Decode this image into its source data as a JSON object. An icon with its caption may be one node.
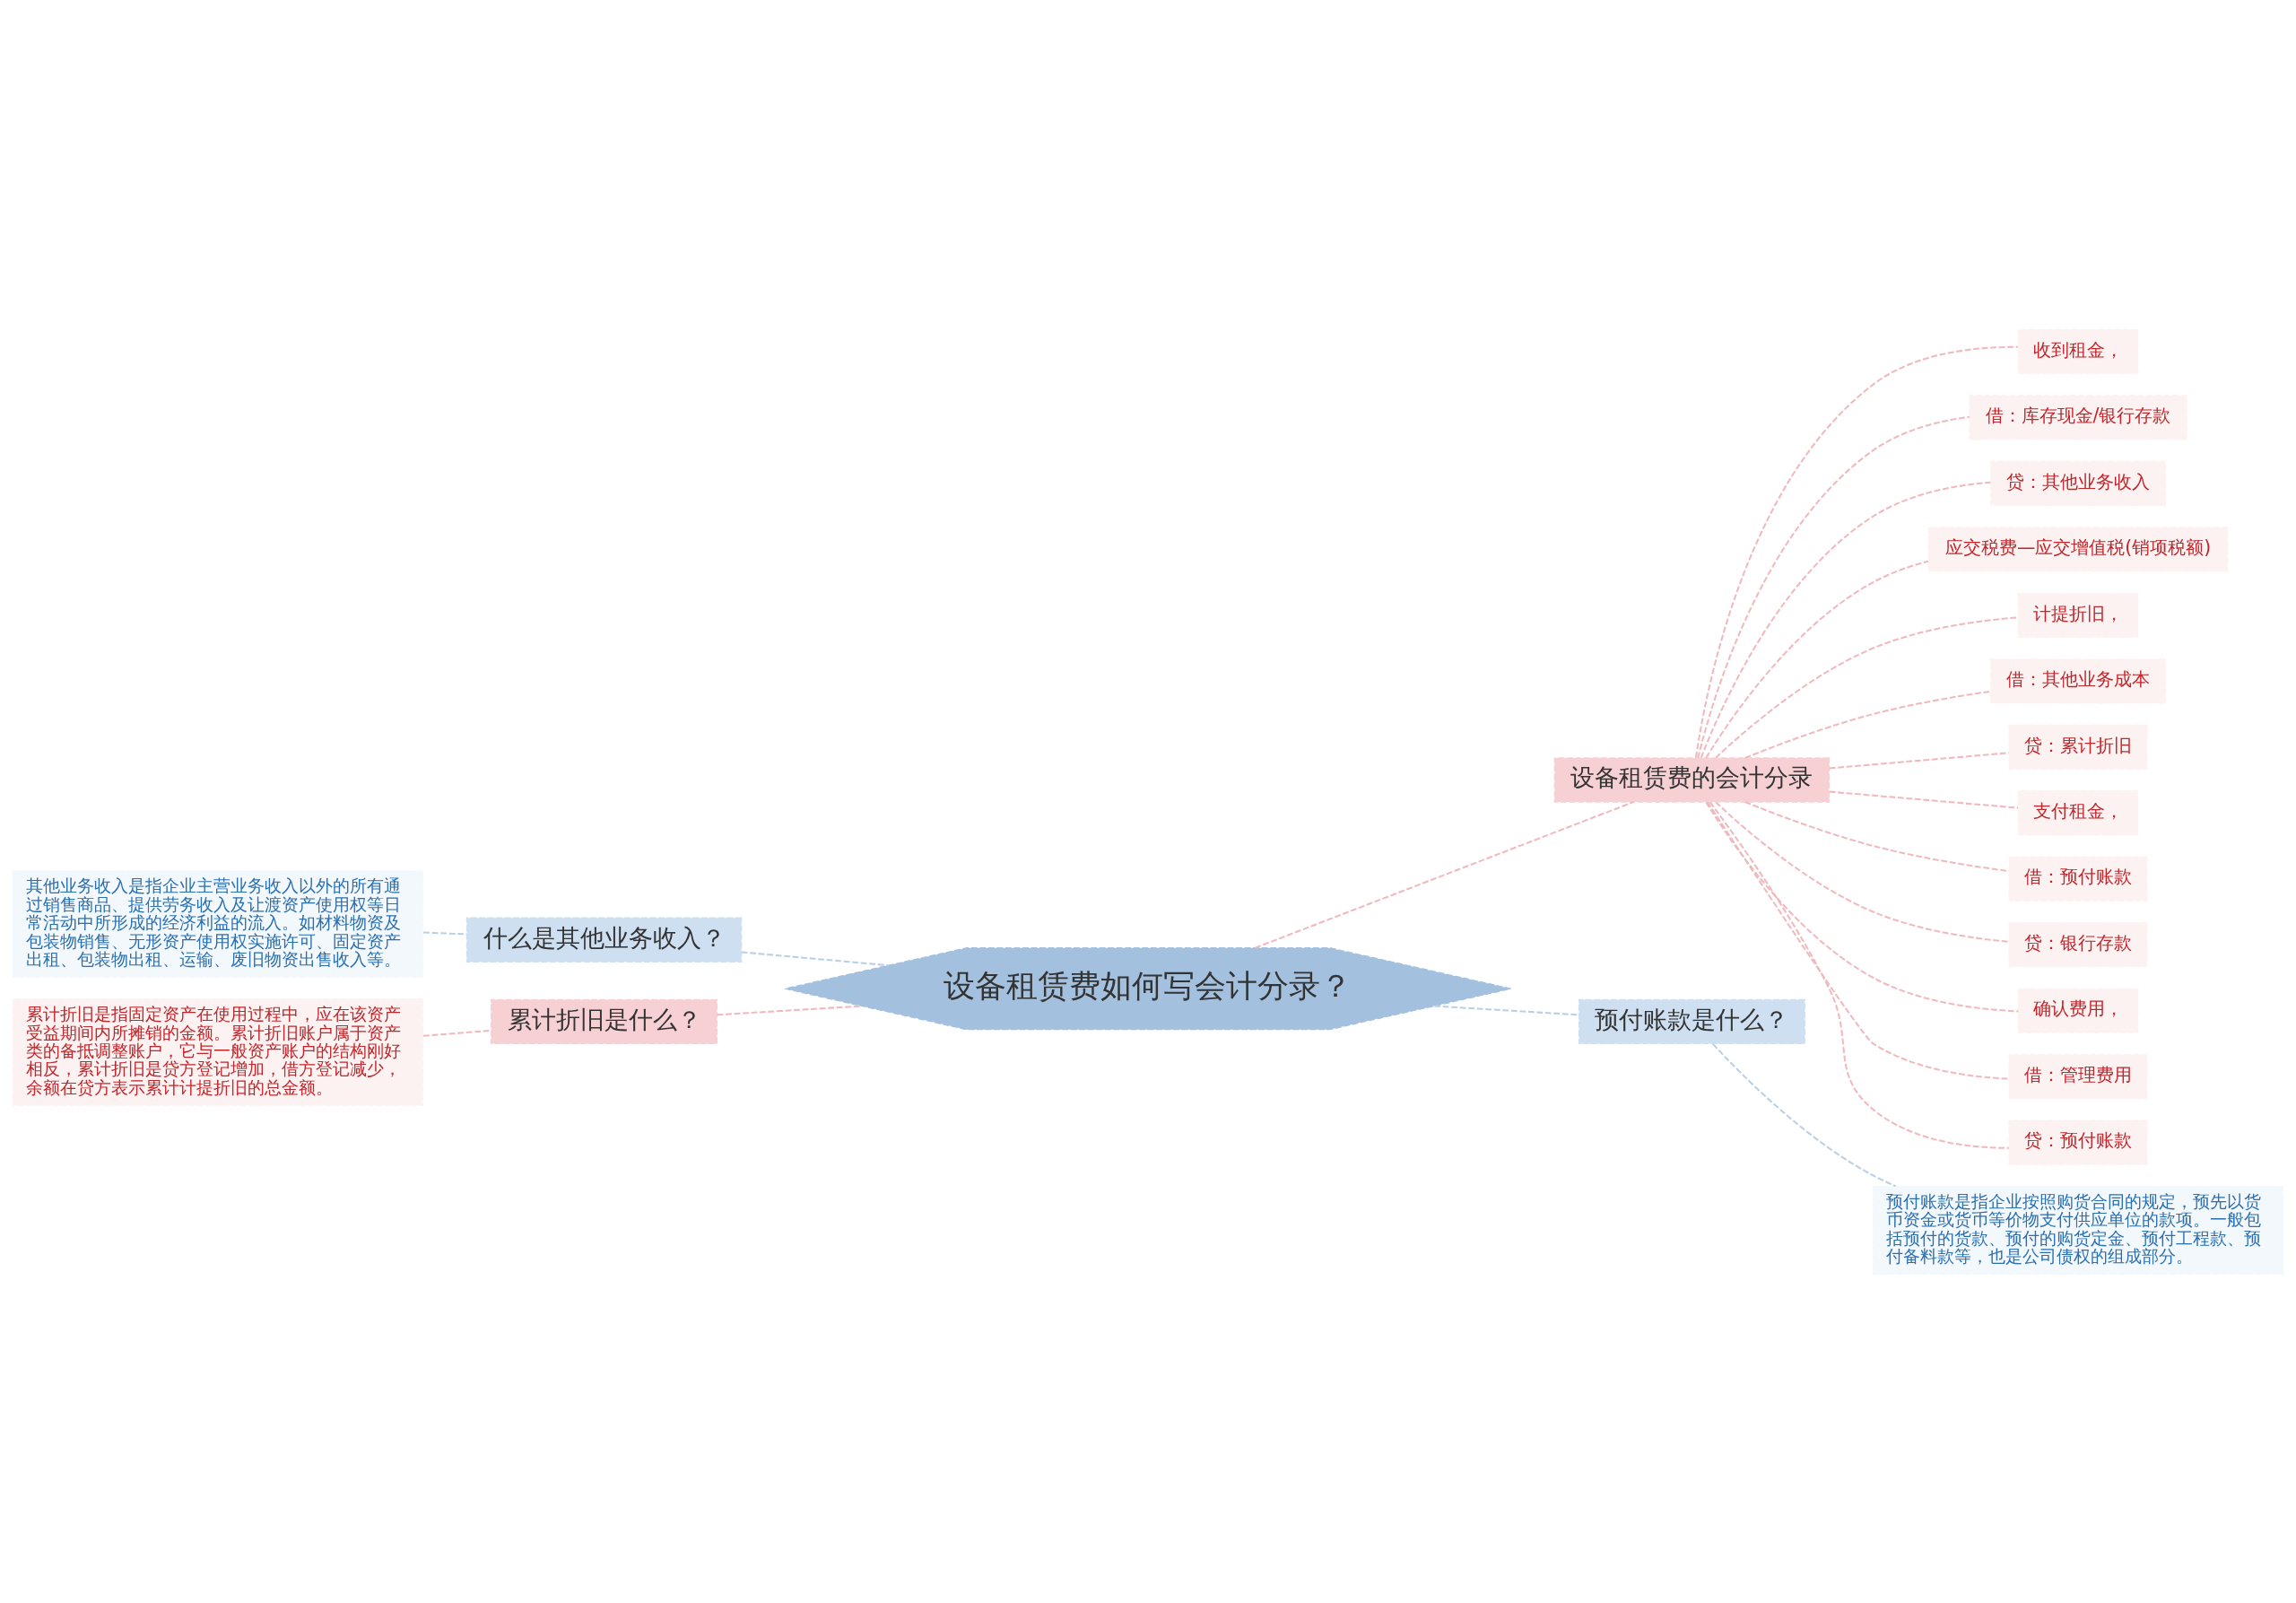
{
  "diagram": {
    "nodes": [
      {
        "text": [
          "设备租赁费如何写会计分录？"
        ]
      },
      {
        "text": [
          "什么是其他业务收入？"
        ]
      },
      {
        "text": [
          "其他业务收入是指企业主营业务收入以外的所有通过销售商品、提供劳务收入及让渡资产使用权等日常活动中所形成的经济利益的流入。如材料物资及包装物销售、无形资产使用权实施许可、固定资产出租、包装物出租、运输、废旧物资出售收入等。"
        ]
      },
      {
        "text": [
          "累计折旧是什么？"
        ]
      },
      {
        "text": [
          "累计折旧是指固定资产在使用过程中，应在该资产受益期间内所摊销的金额。累计折旧账户属于资产类的备抵调整账户，它与一般资产账户的结构刚好相反，累计折旧是贷方登记增加，借方登记减少，余额在贷方表示累计计提折旧的总金额。"
        ]
      },
      {
        "text": [
          "设备租赁费的会计分录"
        ]
      },
      {
        "text": [
          "收到租金，"
        ]
      },
      {
        "text": [
          "借：库存现金/银行存款"
        ]
      },
      {
        "text": [
          "贷：其他业务收入"
        ]
      },
      {
        "text": [
          "应交税费—应交增值税(销项税额)"
        ]
      },
      {
        "text": [
          "计提折旧，"
        ]
      },
      {
        "text": [
          "借：其他业务成本"
        ]
      },
      {
        "text": [
          "贷：累计折旧"
        ]
      },
      {
        "text": [
          "支付租金，"
        ]
      },
      {
        "text": [
          "借：预付账款"
        ]
      },
      {
        "text": [
          "贷：银行存款"
        ]
      },
      {
        "text": [
          "确认费用，"
        ]
      },
      {
        "text": [
          "借：管理费用"
        ]
      },
      {
        "text": [
          "贷：预付账款"
        ]
      },
      {
        "text": [
          "预付账款是什么？"
        ]
      },
      {
        "text": [
          "预付账款是指企业按照购货合同的规定，预先以货币资金或货币等价物支付供应单位的款项。一般包括预付的货款、预付的购货定金、预付工程款、预付备料款等，也是公司债权的组成部分。"
        ]
      }
    ],
    "edges": [
      {
        "from": 0,
        "to": 1,
        "arrow": "none",
        "style": "dashed",
        "color": "#b9cfe6"
      },
      {
        "from": 1,
        "to": 2,
        "arrow": "none",
        "style": "dashed",
        "color": "#b9cfe6"
      },
      {
        "from": 0,
        "to": 3,
        "arrow": "none",
        "style": "dashed"
      },
      {
        "from": 3,
        "to": 4,
        "arrow": "none",
        "style": "dashed"
      },
      {
        "from": 0,
        "to": 5,
        "arrow": "none",
        "style": "dashed"
      },
      {
        "from": 5,
        "to": 6,
        "arrow": "none",
        "style": "dashed"
      },
      {
        "from": 5,
        "to": 7,
        "arrow": "none",
        "style": "dashed"
      },
      {
        "from": 5,
        "to": 8,
        "arrow": "none",
        "style": "dashed"
      },
      {
        "from": 5,
        "to": 9,
        "arrow": "none",
        "style": "dashed"
      },
      {
        "from": 5,
        "to": 10,
        "arrow": "none",
        "style": "dashed"
      },
      {
        "from": 5,
        "to": 11,
        "arrow": "none",
        "style": "dashed"
      },
      {
        "from": 5,
        "to": 12,
        "arrow": "none",
        "style": "dashed"
      },
      {
        "from": 5,
        "to": 13,
        "arrow": "none",
        "style": "dashed"
      },
      {
        "from": 5,
        "to": 14,
        "arrow": "none",
        "style": "dashed"
      },
      {
        "from": 5,
        "to": 15,
        "arrow": "none",
        "style": "dashed"
      },
      {
        "from": 5,
        "to": 16,
        "arrow": "none",
        "style": "dashed"
      },
      {
        "from": 5,
        "to": 17,
        "arrow": "none",
        "style": "dashed"
      },
      {
        "from": 5,
        "to": 18,
        "arrow": "none",
        "style": "dashed"
      },
      {
        "from": 0,
        "to": 19,
        "arrow": "none",
        "style": "dashed",
        "color": "#b9cfe6"
      },
      {
        "from": 19,
        "to": 20,
        "arrow": "none",
        "style": "dashed",
        "color": "#b9cfe6"
      }
    ]
  }
}
